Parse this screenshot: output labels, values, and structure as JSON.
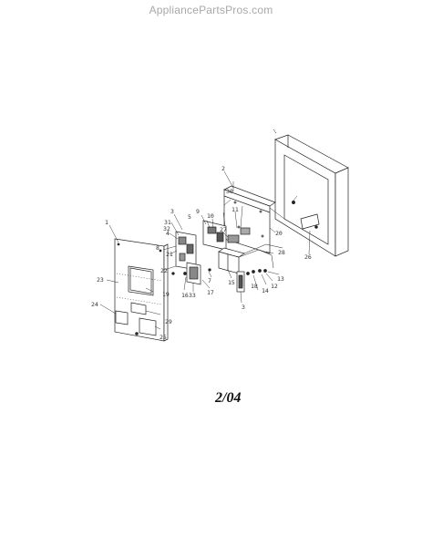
{
  "watermark": "AppliancePartsPros.com",
  "date_label": "2/04",
  "callouts": [
    {
      "id": "c-main-panel",
      "text": "1"
    },
    {
      "id": "c-bracket-top",
      "text": "2"
    },
    {
      "id": "c-left-3",
      "text": "3"
    },
    {
      "id": "c-bottom-3",
      "text": "3"
    },
    {
      "id": "c-4",
      "text": "4"
    },
    {
      "id": "c-5",
      "text": "5"
    },
    {
      "id": "c-7",
      "text": "7"
    },
    {
      "id": "c-8",
      "text": "8"
    },
    {
      "id": "c-9",
      "text": "9"
    },
    {
      "id": "c-10",
      "text": "10"
    },
    {
      "id": "c-11",
      "text": "11"
    },
    {
      "id": "c-12",
      "text": "12"
    },
    {
      "id": "c-13",
      "text": "13"
    },
    {
      "id": "c-14",
      "text": "14"
    },
    {
      "id": "c-15",
      "text": "15"
    },
    {
      "id": "c-16",
      "text": "16"
    },
    {
      "id": "c-17",
      "text": "17"
    },
    {
      "id": "c-18",
      "text": "18"
    },
    {
      "id": "c-19",
      "text": "19"
    },
    {
      "id": "c-20",
      "text": "20"
    },
    {
      "id": "c-21",
      "text": "21"
    },
    {
      "id": "c-22",
      "text": "22"
    },
    {
      "id": "c-23",
      "text": "23"
    },
    {
      "id": "c-24",
      "text": "24"
    },
    {
      "id": "c-25",
      "text": "25"
    },
    {
      "id": "c-26",
      "text": "26"
    },
    {
      "id": "c-27",
      "text": "27"
    },
    {
      "id": "c-28",
      "text": "28"
    },
    {
      "id": "c-29",
      "text": "29"
    },
    {
      "id": "c-30",
      "text": "30"
    },
    {
      "id": "c-31",
      "text": "31"
    },
    {
      "id": "c-32",
      "text": "32"
    },
    {
      "id": "c-33",
      "text": "33"
    }
  ]
}
